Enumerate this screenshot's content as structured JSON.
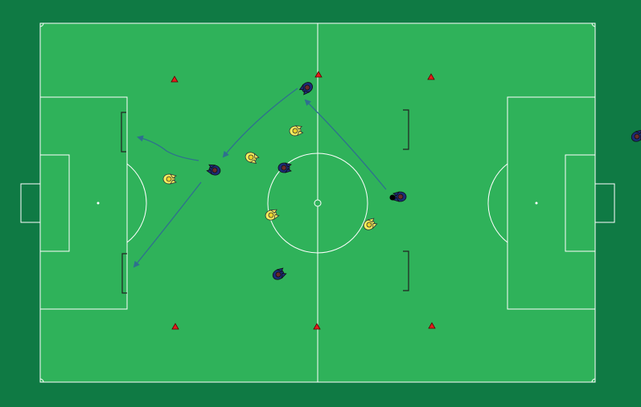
{
  "colors": {
    "outer_green": "#0f7a44",
    "pitch_green": "#2fb25a",
    "line_white": "#ffffff",
    "cone_red": "#e31c1c",
    "team_a_body": "#f4ef5e",
    "team_b_body": "#1b2b78",
    "team_b_head": "#6a2a2a",
    "arrow_blue": "#2f6f8f",
    "mini_goal": "#222222",
    "ball": "#000000"
  },
  "pitch_elements": {
    "cones": [
      {
        "id": "cone-1",
        "icon": "cone-icon"
      },
      {
        "id": "cone-2",
        "icon": "cone-icon"
      },
      {
        "id": "cone-3",
        "icon": "cone-icon"
      },
      {
        "id": "cone-4",
        "icon": "cone-icon"
      },
      {
        "id": "cone-5",
        "icon": "cone-icon"
      },
      {
        "id": "cone-6",
        "icon": "cone-icon"
      }
    ],
    "mini_goals": [
      "mini-goal-left-top",
      "mini-goal-left-bottom",
      "mini-goal-right-top",
      "mini-goal-right-bottom"
    ],
    "players_yellow": [
      "yellow-player-1",
      "yellow-player-2",
      "yellow-player-3",
      "yellow-player-4",
      "yellow-player-5",
      "yellow-player-6"
    ],
    "players_navy": [
      "navy-player-1",
      "navy-player-2",
      "navy-player-3",
      "navy-player-4",
      "navy-player-5",
      "navy-player-6"
    ],
    "ball": "ball-icon",
    "arrows": [
      "pass-arrow-1",
      "pass-arrow-2",
      "pass-arrow-3",
      "pass-arrow-4"
    ]
  }
}
